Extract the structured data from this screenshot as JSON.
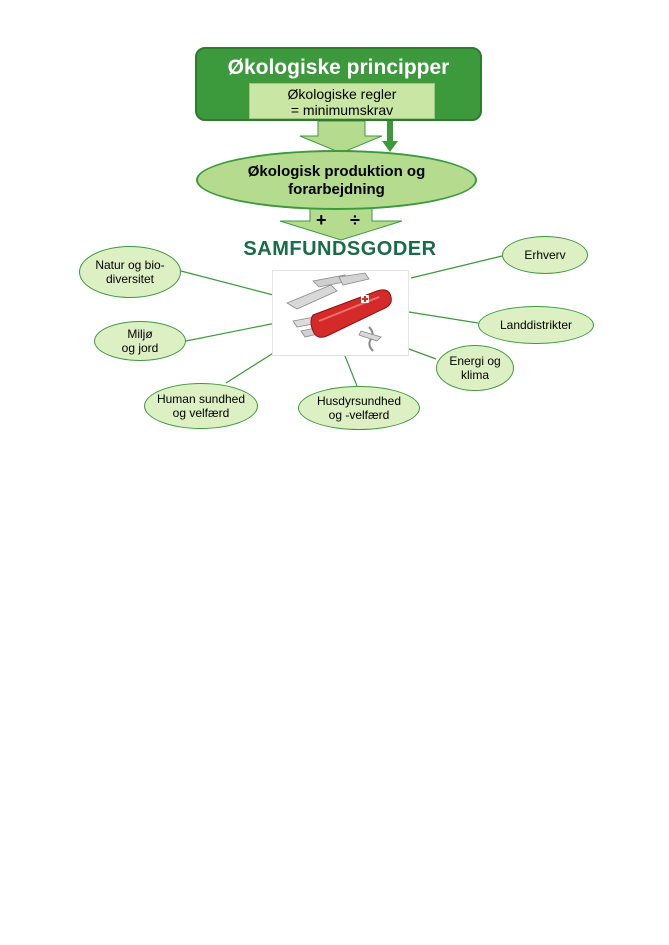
{
  "header": {
    "title": "Økologiske principper",
    "rules_line1": "Økologiske regler",
    "rules_line2": "= minimumskrav"
  },
  "production": {
    "line1": "Økologisk produktion og",
    "line2": "forarbejdning"
  },
  "signs": {
    "plus": "+",
    "minus": "÷"
  },
  "goods_heading": "SAMFUNDSGODER",
  "goods": [
    {
      "line1": "Natur og bio-",
      "line2": "diversitet"
    },
    {
      "line1": "Miljø",
      "line2": "og jord"
    },
    {
      "line1": "Human sundhed",
      "line2": "og velfærd"
    },
    {
      "line1": "Husdyrsundhed",
      "line2": "og -velfærd"
    },
    {
      "line1": "Energi og",
      "line2": "klima"
    },
    {
      "line1": "Landdistrikter",
      "line2": ""
    },
    {
      "line1": "Erhverv",
      "line2": ""
    }
  ],
  "colors": {
    "dark_green": "#3c9a3c",
    "light_green": "#b5dc8e",
    "pale_green": "#ddf0c4",
    "heading_teal": "#1a6a4c",
    "knife_red": "#d42a2a"
  }
}
